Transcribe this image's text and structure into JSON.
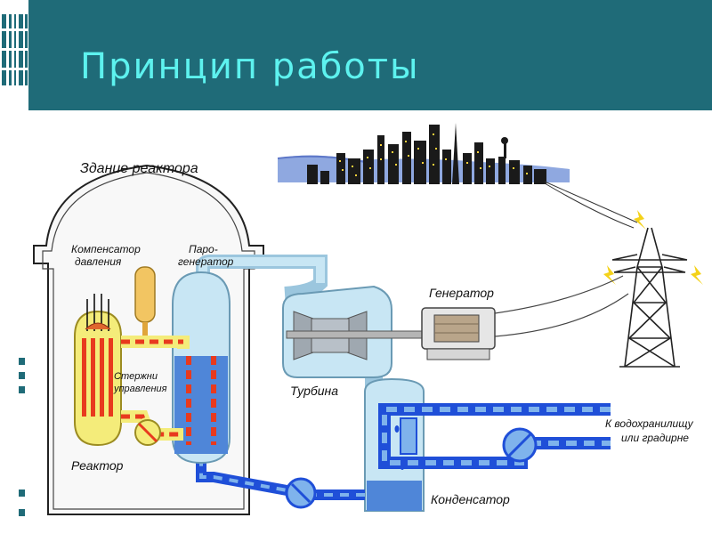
{
  "slide": {
    "title": "Принцип работы"
  },
  "labels": {
    "reactor_building": "Здание реактора",
    "pressurizer_line1": "Компенсатор",
    "pressurizer_line2": "давления",
    "steam_gen_line1": "Паро-",
    "steam_gen_line2": "генератор",
    "control_rods_line1": "Стержни",
    "control_rods_line2": "управления",
    "reactor": "Реактор",
    "turbine": "Турбина",
    "generator": "Генератор",
    "condenser": "Конденсатор",
    "reservoir_line1": "К водохранилищу",
    "reservoir_line2": "или градирне"
  },
  "colors": {
    "title_bar": "#1f6b78",
    "title_text": "#5df2ef",
    "hot_loop": "#e83a1e",
    "cold_water": "#1f4fd8",
    "steam": "#bfe3f2",
    "reactor_core": "#f4ec7a"
  }
}
